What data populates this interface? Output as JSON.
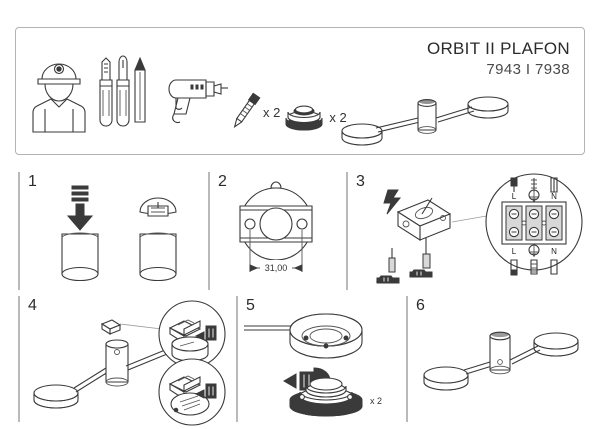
{
  "document": {
    "type": "assembly-instruction-sheet",
    "header": {
      "product_title": "ORBIT II PLAFON",
      "product_code": "7943 I 7938"
    },
    "tools": [
      {
        "icon": "worker-helmet-icon",
        "label": ""
      },
      {
        "icon": "screwdrivers-icon",
        "label": ""
      },
      {
        "icon": "pencil-icon",
        "label": ""
      },
      {
        "icon": "power-drill-icon",
        "label": ""
      },
      {
        "icon": "screw-icon",
        "label": "x 2"
      },
      {
        "icon": "wall-plug-disc-icon",
        "label": "x 2"
      }
    ],
    "hero": {
      "icon": "assembled-fixture-icon"
    },
    "steps": [
      {
        "number": "1",
        "name": "insert-cylinder-clip",
        "icon": "cylinder-with-clip-icon",
        "labels": []
      },
      {
        "number": "2",
        "name": "mounting-bracket-dimension",
        "icon": "mounting-plate-icon",
        "labels": [
          "31,00"
        ]
      },
      {
        "number": "3",
        "name": "wiring-terminal-connection",
        "icon": "terminal-block-icon",
        "labels": [
          "L",
          "N",
          "L",
          "N"
        ]
      },
      {
        "number": "4",
        "name": "fix-fixture-to-bracket",
        "icon": "fixture-screw-detail-icon",
        "labels": []
      },
      {
        "number": "5",
        "name": "attach-diffuser-covers",
        "icon": "diffuser-twist-icon",
        "labels": [
          "x 2"
        ]
      },
      {
        "number": "6",
        "name": "completed-assembly",
        "icon": "assembled-fixture-icon",
        "labels": []
      }
    ],
    "colors": {
      "frame_border": "#b3b3b3",
      "divider": "#b9b9b9",
      "line_art": "#3a3a3a",
      "title_text": "#2b2b2b",
      "code_text": "#4a4a4a"
    }
  }
}
